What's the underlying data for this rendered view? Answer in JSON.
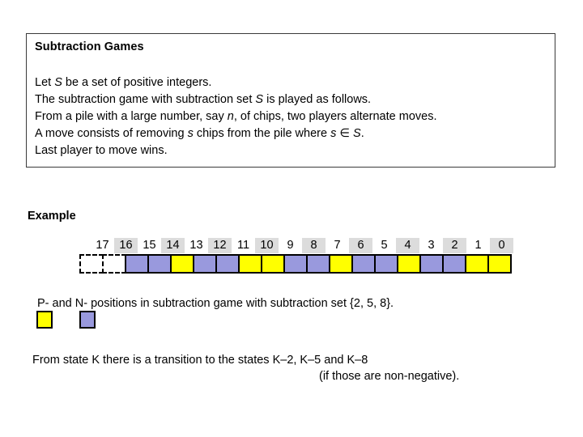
{
  "definition": {
    "title": "Subtraction Games",
    "lines": [
      "Let S be a set of positive integers.",
      "The subtraction game with subtraction set S is played as follows.",
      "From a pile with a large number, say n, of chips, two players alternate moves.",
      "A move consists of removing s chips from the pile where s ∈ S.",
      "Last player to move wins."
    ]
  },
  "example": {
    "heading": "Example",
    "labels": [
      "17",
      "16",
      "15",
      "14",
      "13",
      "12",
      "11",
      "10",
      "9",
      "8",
      "7",
      "6",
      "5",
      "4",
      "3",
      "2",
      "1",
      "0"
    ],
    "shaded_labels": [
      "16",
      "14",
      "12",
      "10",
      "8",
      "6",
      "4",
      "2",
      "0"
    ],
    "chips": [
      {
        "state": "17",
        "kind": "ghost"
      },
      {
        "state": "ghost",
        "kind": "ghost"
      },
      {
        "state": "16",
        "kind": "n-pos"
      },
      {
        "state": "15",
        "kind": "n-pos"
      },
      {
        "state": "14",
        "kind": "p-pos"
      },
      {
        "state": "13",
        "kind": "n-pos"
      },
      {
        "state": "12",
        "kind": "n-pos"
      },
      {
        "state": "11",
        "kind": "p-pos"
      },
      {
        "state": "10",
        "kind": "p-pos"
      },
      {
        "state": "9",
        "kind": "n-pos"
      },
      {
        "state": "8",
        "kind": "n-pos"
      },
      {
        "state": "7",
        "kind": "p-pos"
      },
      {
        "state": "6",
        "kind": "n-pos"
      },
      {
        "state": "5",
        "kind": "n-pos"
      },
      {
        "state": "4",
        "kind": "p-pos"
      },
      {
        "state": "3",
        "kind": "n-pos"
      },
      {
        "state": "2",
        "kind": "n-pos"
      },
      {
        "state": "1",
        "kind": "p-pos"
      },
      {
        "state": "0",
        "kind": "p-pos"
      }
    ]
  },
  "legend": {
    "text_part_1": "P- and ",
    "text_part_2": "N- positions  in subtraction  game with  subtraction  set {2, 5, 8}.",
    "full_text": "P- and N- positions  in subtraction  game with  subtraction  set {2, 5, 8}.",
    "p_color": "#ffff00",
    "n_color": "#9999dd"
  },
  "transition": {
    "line_1": "From state K there is a transition  to the states K–2, K–5 and K–8",
    "line_2": "(if those are non-negative)."
  },
  "colors": {
    "p_position": "#ffff00",
    "n_position": "#9999dd",
    "chip_border": "#000000",
    "label_shade": "#dcdcdc",
    "box_border": "#3a3a3a"
  }
}
